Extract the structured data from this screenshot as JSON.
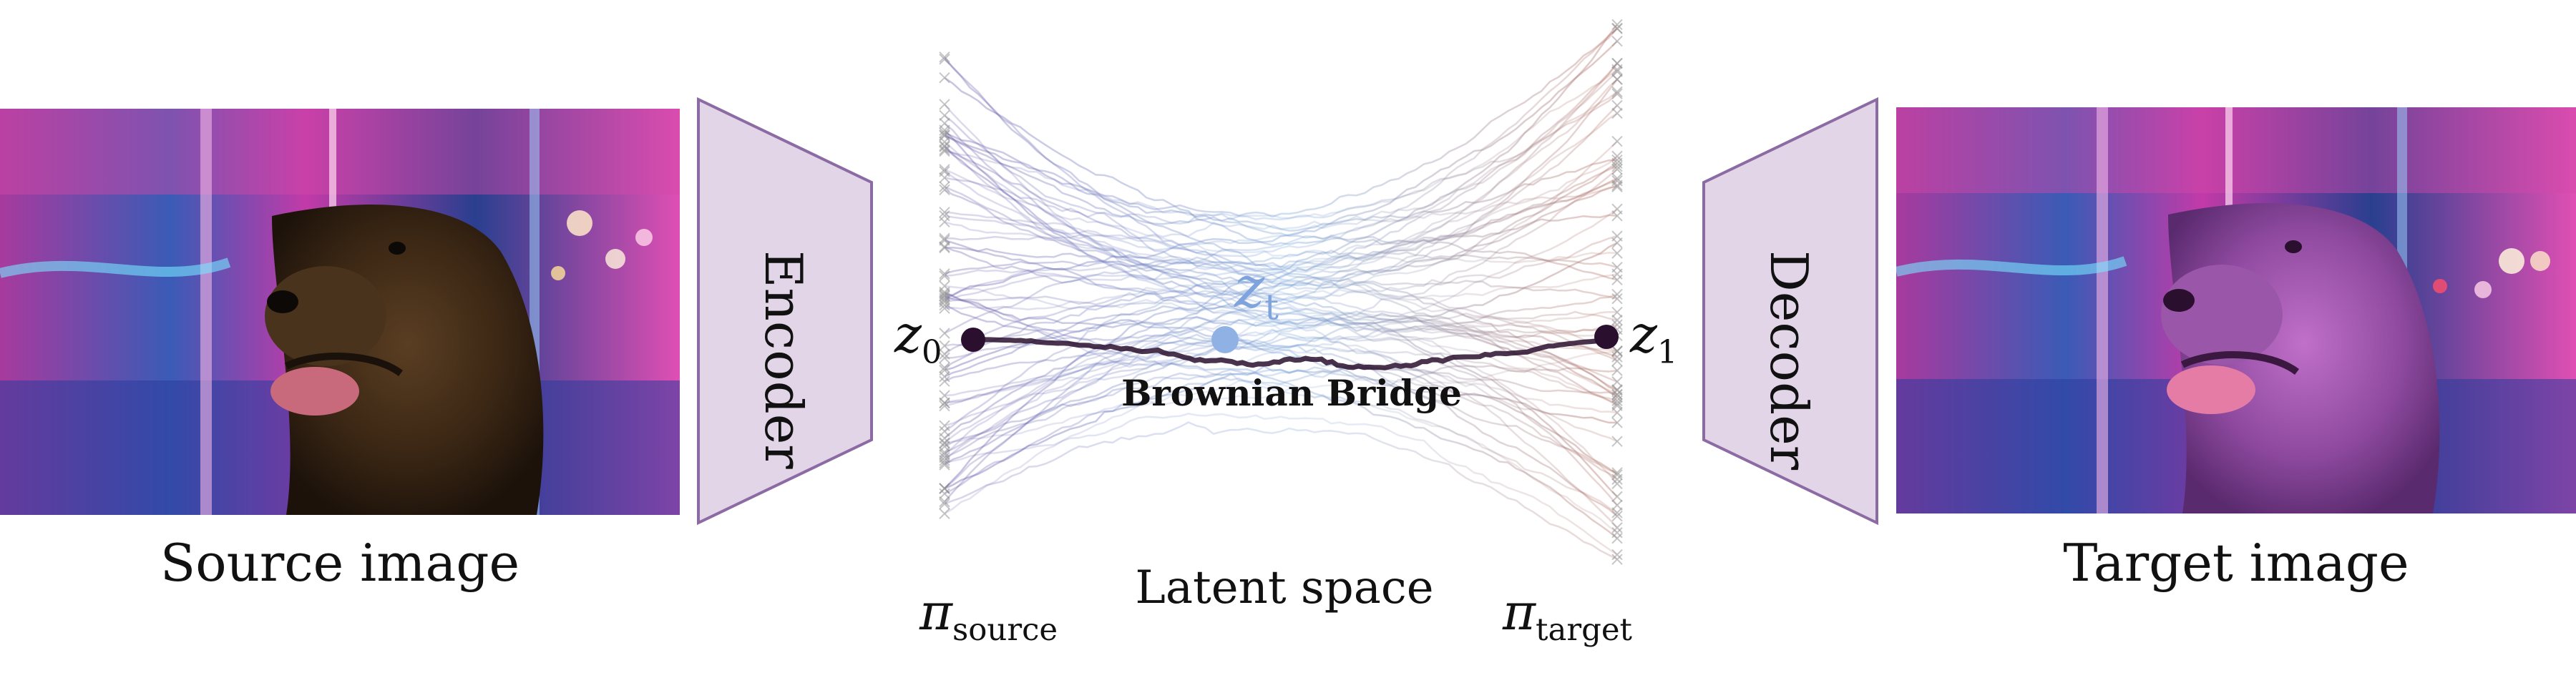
{
  "source": {
    "caption": "Source image"
  },
  "target": {
    "caption": "Target image"
  },
  "encoder": {
    "label": "Encoder"
  },
  "decoder": {
    "label": "Decoder"
  },
  "latent": {
    "caption": "Latent space",
    "bridge_label": "Brownian Bridge",
    "z0": "z",
    "z0_sub": "0",
    "z1": "z",
    "z1_sub": "1",
    "zt": "z",
    "zt_sub": "t",
    "pi_source": "π",
    "pi_source_sub": "source",
    "pi_target": "π",
    "pi_target_sub": "target"
  },
  "colors": {
    "block_fill": "#e2d5e8",
    "block_stroke": "#8c6aa3",
    "endpoint": "#2a0f2e",
    "zt_point": "#8fb1e3",
    "zt_text": "#7fa3dc",
    "path_left": "#6b5aa8",
    "path_mid": "#7aa3d8",
    "path_right": "#b46a5a"
  }
}
